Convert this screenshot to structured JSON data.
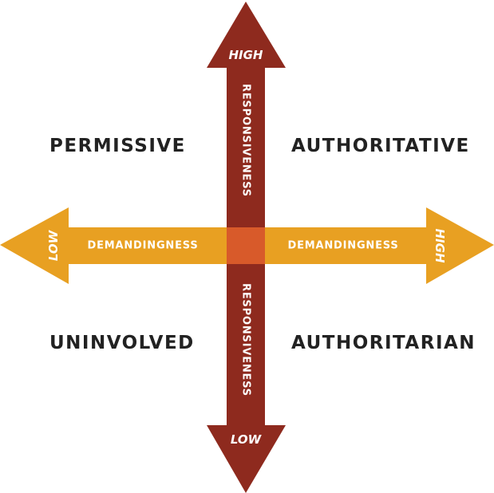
{
  "colors": {
    "demandingness_axis": "#E8A022",
    "responsiveness_axis": "#8E2A1E",
    "center": "#D85A2A",
    "quadrant_text": "#222222",
    "axis_text": "#FFFFFF"
  },
  "quadrants": {
    "top_left": "PERMISSIVE",
    "top_right": "AUTHORITATIVE",
    "bottom_left": "UNINVOLVED",
    "bottom_right": "AUTHORITARIAN"
  },
  "responsiveness_axis": {
    "high_label": "HIGH",
    "low_label": "LOW",
    "upper_label": "RESPONSIVENESS",
    "lower_label": "RESPONSIVENESS"
  },
  "demandingness_axis": {
    "low_label": "LOW",
    "high_label": "HIGH",
    "left_label": "DEMANDINGNESS",
    "right_label": "DEMANDINGNESS"
  }
}
